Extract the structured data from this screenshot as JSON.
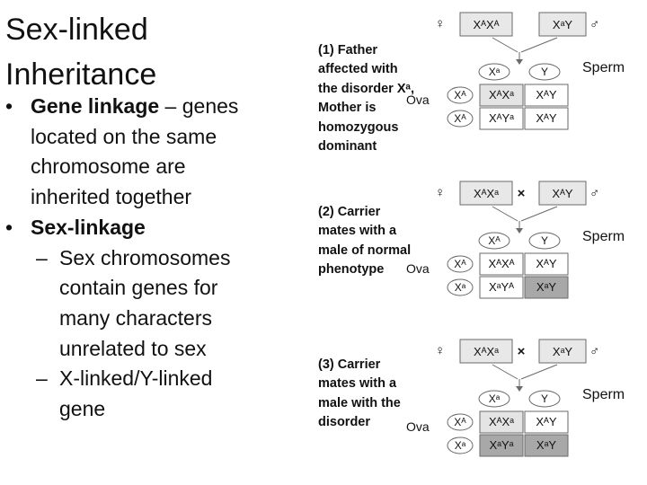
{
  "slide": {
    "title_line1": "Sex-linked",
    "title_line2": "Inheritance",
    "bullets": {
      "b1_term": "Gene linkage",
      "b1_sep": " – ",
      "b1_text_l1": "genes",
      "b1_text_l2": "located on the same",
      "b1_text_l3": "chromosome are",
      "b1_text_l4": "inherited together",
      "b2_term": "Sex-linkage",
      "sub1_l1": "Sex chromosomes",
      "sub1_l2": "contain  genes for",
      "sub1_l3": "many characters",
      "sub1_l4": "unrelated to sex",
      "sub2_l1": "X-linked/Y-linked",
      "sub2_l2": "gene"
    },
    "bullet_glyph": "•",
    "dash_glyph": "–"
  },
  "cases": [
    {
      "caption": [
        "(1) Father",
        "affected with",
        "the disorder Xᵃ,",
        "Mother is",
        "homozygous",
        "dominant"
      ],
      "female_symbol": "♀",
      "male_symbol": "♂",
      "female_genotype": "XᴬXᴬ",
      "male_genotype": "XᵃY",
      "cross_symbol": "",
      "sperm_gametes": [
        "Xᵃ",
        "Y"
      ],
      "sperm_label": "Sperm",
      "ova_gametes": [
        "Xᴬ",
        "Xᴬ"
      ],
      "ova_label": "Ova",
      "grid": [
        [
          "XᴬXᵃ",
          "XᴬY"
        ],
        [
          "XᴬYᵃ",
          "XᴬY"
        ]
      ],
      "affected": [
        [
          false,
          false
        ],
        [
          false,
          false
        ]
      ]
    },
    {
      "caption": [
        "(2) Carrier",
        "mates with a",
        "male of normal",
        "phenotype"
      ],
      "female_symbol": "♀",
      "male_symbol": "♂",
      "female_genotype": "XᴬXᵃ",
      "male_genotype": "XᴬY",
      "cross_symbol": "×",
      "sperm_gametes": [
        "Xᴬ",
        "Y"
      ],
      "sperm_label": "Sperm",
      "ova_gametes": [
        "Xᴬ",
        "Xᵃ"
      ],
      "ova_label": "Ova",
      "grid": [
        [
          "XᴬXᴬ",
          "XᴬY"
        ],
        [
          "XᵃYᴬ",
          "XᵃY"
        ]
      ],
      "affected": [
        [
          false,
          false
        ],
        [
          false,
          true
        ]
      ]
    },
    {
      "caption": [
        "(3) Carrier",
        "mates with a",
        "male with the",
        "disorder"
      ],
      "female_symbol": "♀",
      "male_symbol": "♂",
      "female_genotype": "XᴬXᵃ",
      "male_genotype": "XᵃY",
      "cross_symbol": "×",
      "sperm_gametes": [
        "Xᵃ",
        "Y"
      ],
      "sperm_label": "Sperm",
      "ova_gametes": [
        "Xᴬ",
        "Xᵃ"
      ],
      "ova_label": "Ova",
      "grid": [
        [
          "XᴬXᵃ",
          "XᴬY"
        ],
        [
          "XᵃYᵃ",
          "XᵃY"
        ]
      ],
      "affected": [
        [
          false,
          false
        ],
        [
          true,
          true
        ]
      ]
    }
  ],
  "colors": {
    "normal_fill": "#ffffff",
    "carrier_fill": "#e4e4e4",
    "affected_fill": "#a8a8a8",
    "parent_box_fill": "#e8e8e8",
    "stroke": "#6a6a6a"
  }
}
